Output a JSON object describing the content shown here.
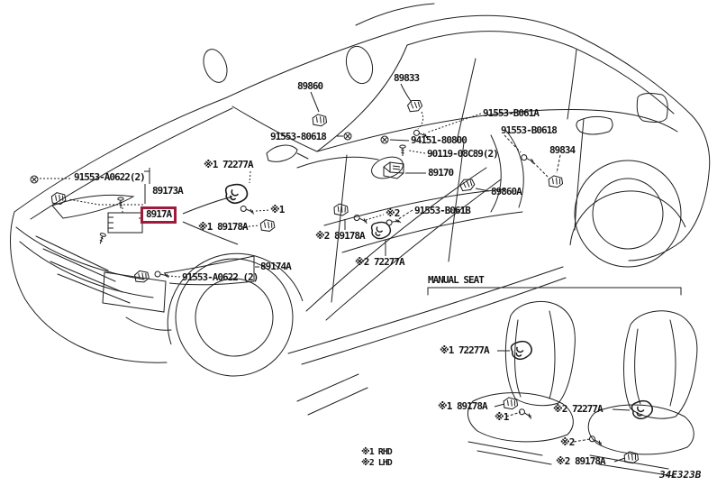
{
  "diagram": {
    "code": "34E323B",
    "highlight_color": "#9e1b3c",
    "section_manual_seat": "MANUAL SEAT",
    "legend": {
      "note1": "※1 RHD",
      "note2": "※2 LHD"
    }
  },
  "labels": {
    "p89860": "89860",
    "p89833": "89833",
    "p91553_b061a": "91553-B061A",
    "p91553_80618": "91553-80618",
    "p94151_80800": "94151-80800",
    "p91553_b0618": "91553-B0618",
    "p89834": "89834",
    "p90119_08c89": "90119-08C89(2)",
    "p72277a_note1": "※1 72277A",
    "p89170": "89170",
    "p89860a": "89860A",
    "p91553_b061b": "91553-B061B",
    "p91553_a0622_front": "91553-A0622(2)",
    "p89173a": "89173A",
    "p8917a_selected": "8917A",
    "p89178a_note1": "※1 89178A",
    "mark1": "※1",
    "p89178a_note2": "※2 89178A",
    "mark2": "※2",
    "p72277a_note2": "※2 72277A",
    "p89174a": "89174A",
    "p91553_a0622_rocker": "91553-A0622 (2)",
    "seat_p72277a_note1": "※1 72277A",
    "seat_p89178a_note1": "※1 89178A",
    "seat_mark1": "※1",
    "seat_p72277a_note2": "※2 72277A",
    "seat_mark2": "※2",
    "seat_p89178a_note2": "※2 89178A"
  }
}
